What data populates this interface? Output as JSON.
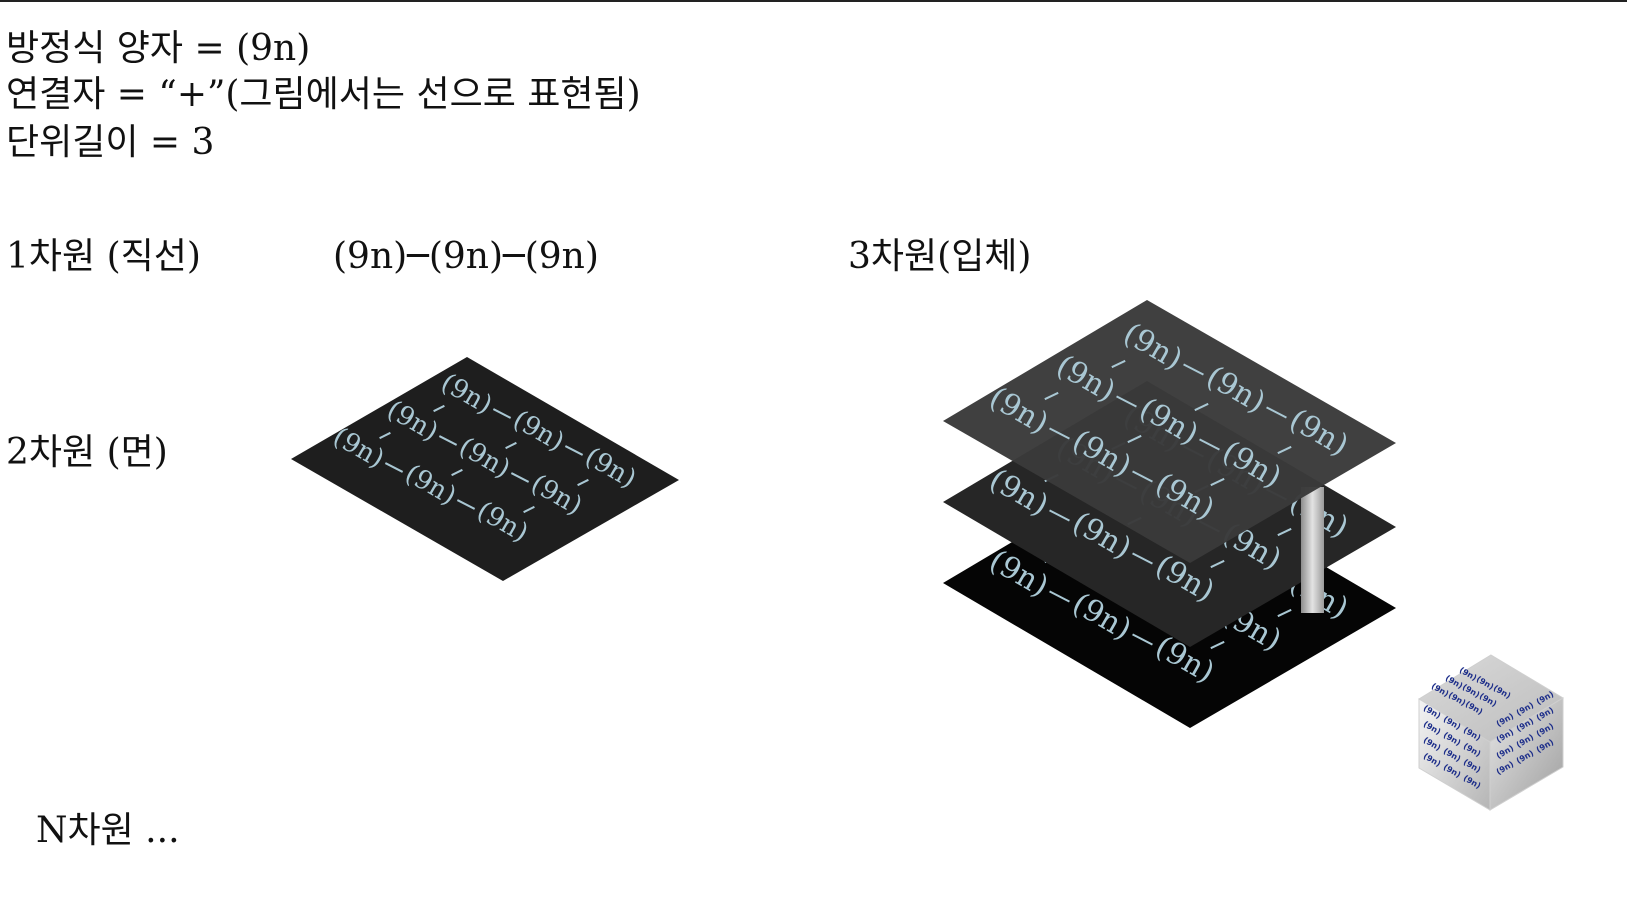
{
  "header": {
    "line1": "방정식 양자 = (9n)",
    "line2": "연결자 = “+”(그림에서는 선으로 표현됨)",
    "line3": "단위길이 = 3"
  },
  "dims": {
    "d1_label": "1차원 (직선)",
    "d1_expr": "(9n)─(9n)─(9n)",
    "d2_label": "2차원 (면)",
    "d3_label": "3차원(입체)",
    "dn_label": "N차원 ..."
  },
  "quantum": "(9n)",
  "colors": {
    "background": "#ffffff",
    "plane_dark": "#1e1e1e",
    "plane_black": "#050505",
    "plane_mid": "#2a2a2a",
    "plane_top": "#3a3a3a",
    "node_text": "#a9c7d3",
    "cube_text": "#1d2e8a"
  }
}
